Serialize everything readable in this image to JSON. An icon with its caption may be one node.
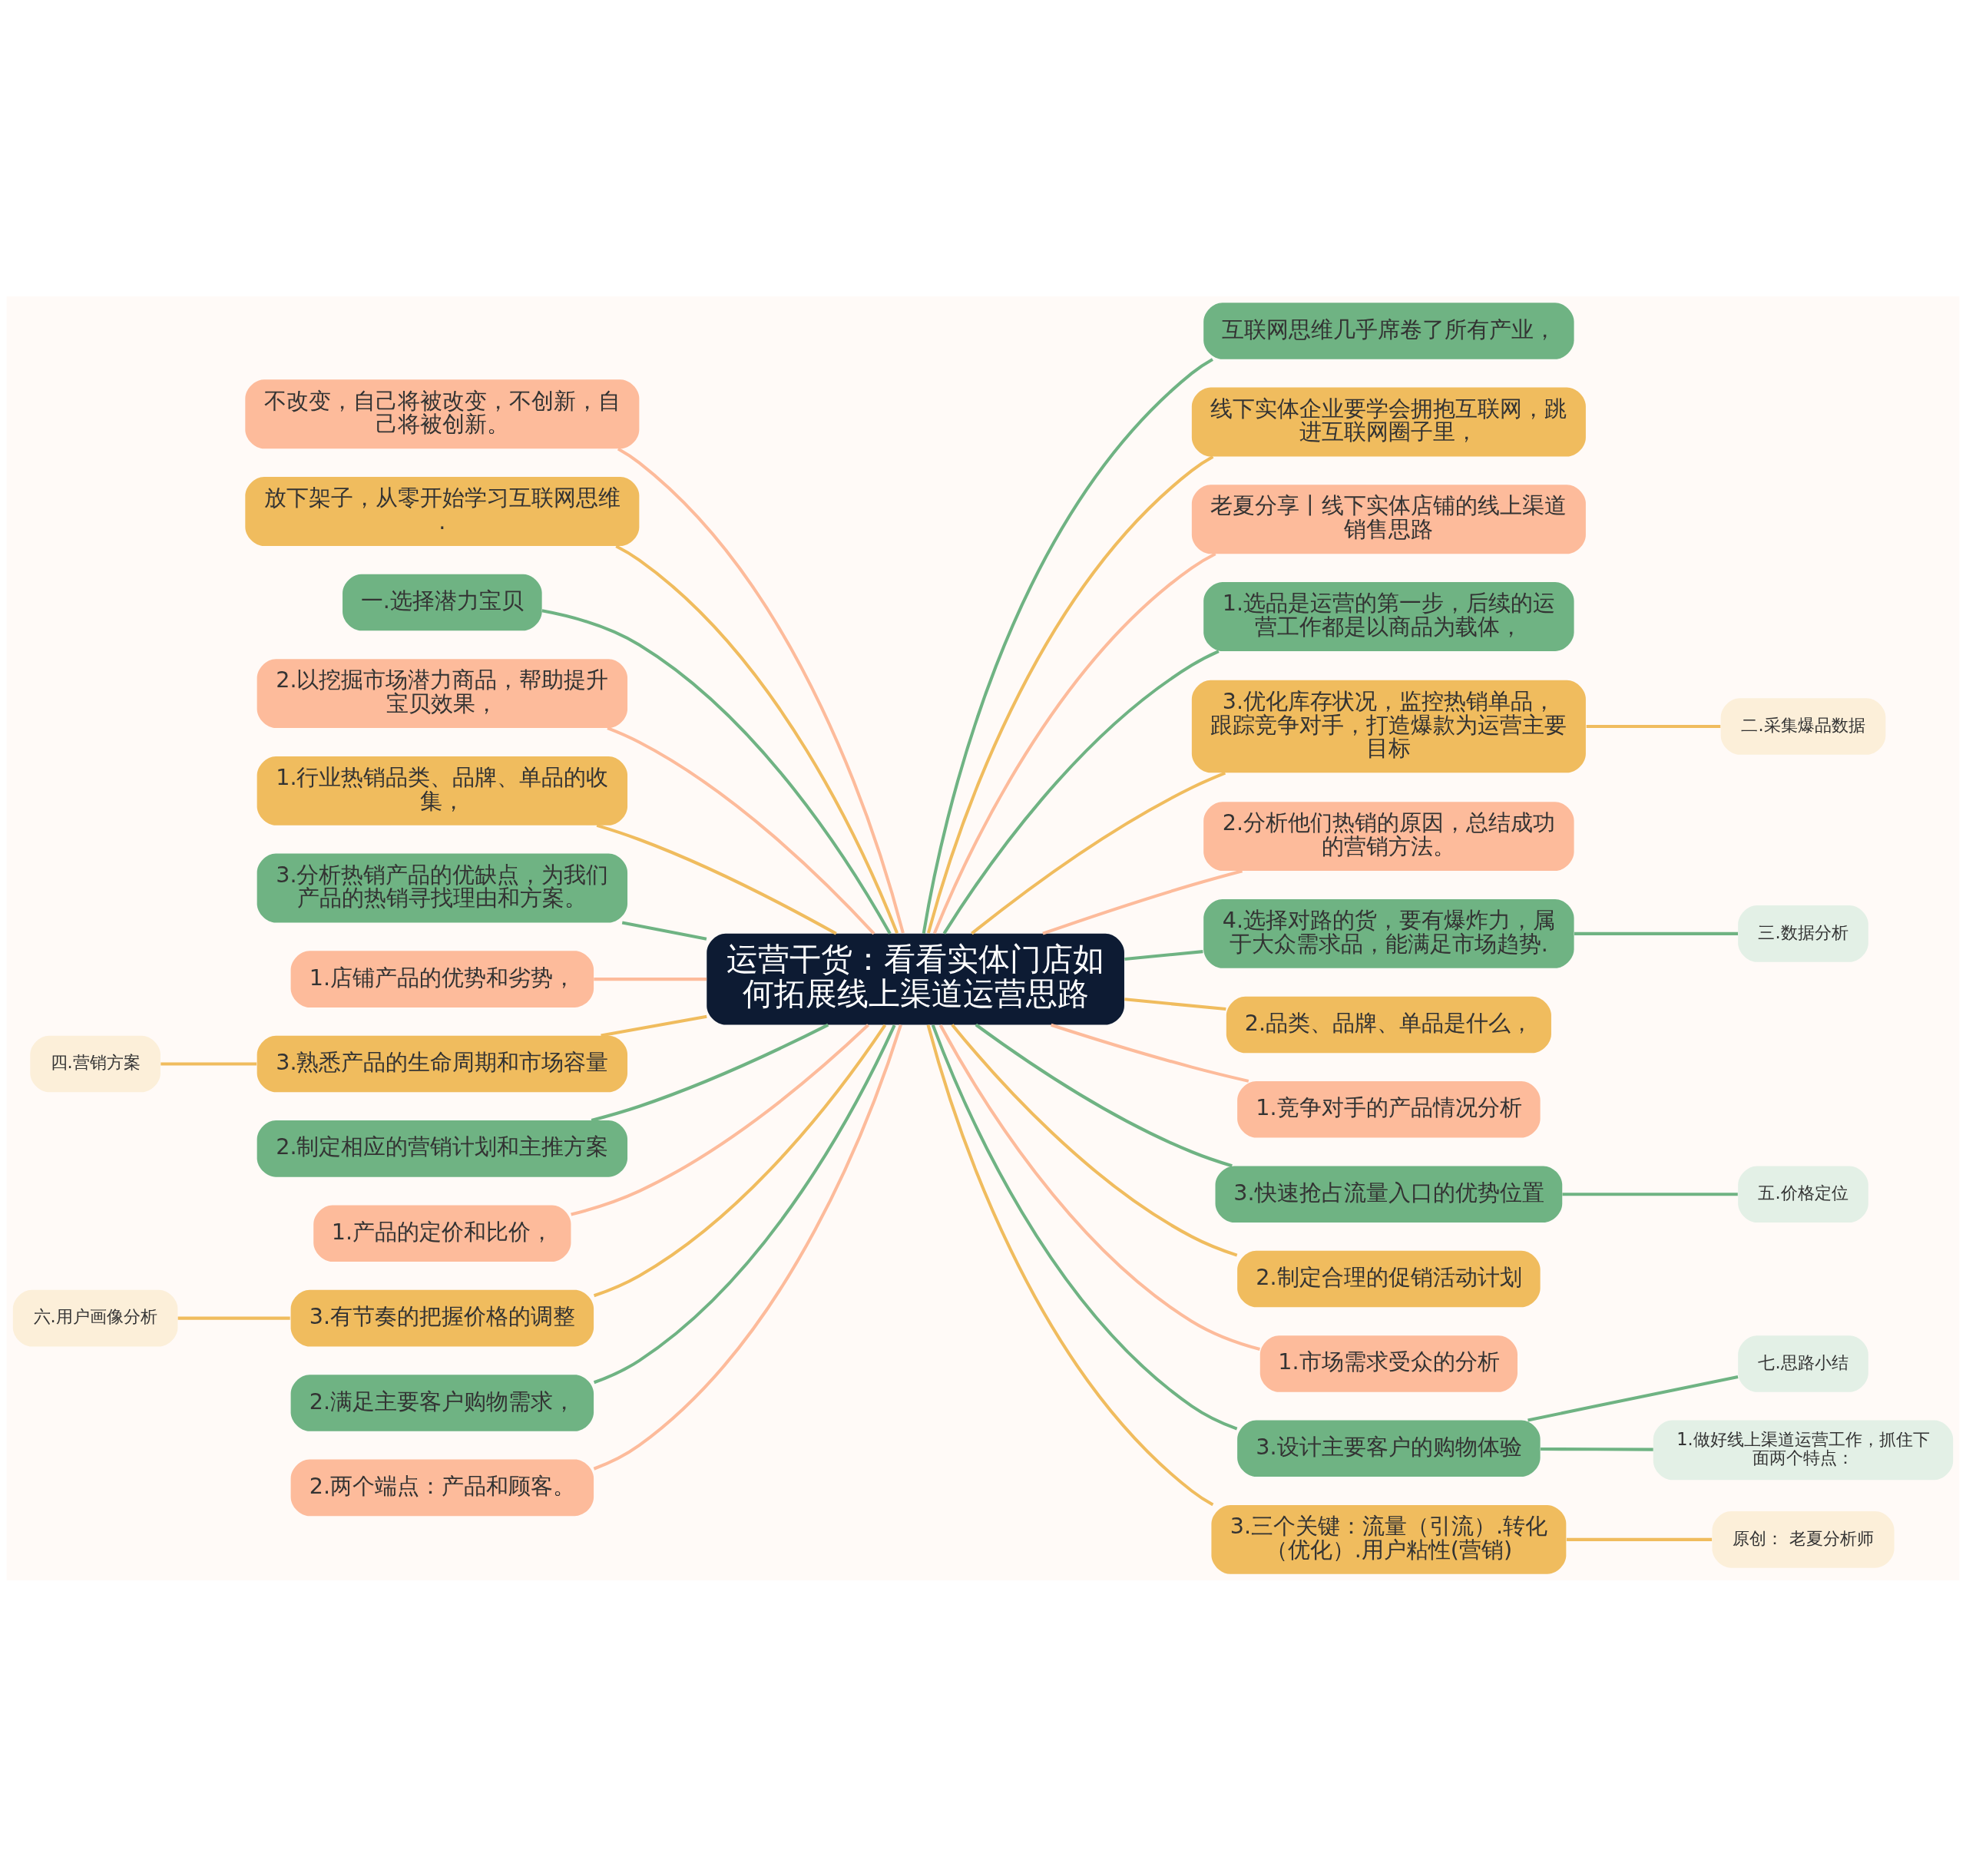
{
  "diagram": {
    "nodes": [
      {
        "text": [
          "运营干货：看看实体门店如何拓展线上渠道运营思路"
        ]
      },
      {
        "text": [
          "不改变，自己将被改变，不创新，自己将被创新。"
        ]
      },
      {
        "text": [
          "放下架子，从零开始学习互联网思维."
        ]
      },
      {
        "text": [
          "一.选择潜力宝贝"
        ]
      },
      {
        "text": [
          "2.以挖掘市场潜力商品，帮助提升宝贝效果，"
        ]
      },
      {
        "text": [
          "1.行业热销品类、品牌、单品的收集，"
        ]
      },
      {
        "text": [
          "3.分析热销产品的优缺点，为我们产品的热销寻找理由和方案。"
        ]
      },
      {
        "text": [
          "1.店铺产品的优势和劣势，"
        ]
      },
      {
        "text": [
          "3.熟悉产品的生命周期和市场容量"
        ]
      },
      {
        "text": [
          "四.营销方案"
        ]
      },
      {
        "text": [
          "2.制定相应的营销计划和主推方案"
        ]
      },
      {
        "text": [
          "1.产品的定价和比价，"
        ]
      },
      {
        "text": [
          "3.有节奏的把握价格的调整"
        ]
      },
      {
        "text": [
          "六.用户画像分析"
        ]
      },
      {
        "text": [
          "2.满足主要客户购物需求，"
        ]
      },
      {
        "text": [
          "2.两个端点：产品和顾客。"
        ]
      },
      {
        "text": [
          "互联网思维几乎席卷了所有产业，"
        ]
      },
      {
        "text": [
          "线下实体企业要学会拥抱互联网，跳进互联网圈子里，"
        ]
      },
      {
        "text": [
          "老夏分享丨线下实体店铺的线上渠道销售思路"
        ]
      },
      {
        "text": [
          "1.选品是运营的第一步，后续的运营工作都是以商品为载体，"
        ]
      },
      {
        "text": [
          "3.优化库存状况，监控热销单品，跟踪竞争对手，打造爆款为运营主要目标"
        ]
      },
      {
        "text": [
          "二.采集爆品数据"
        ]
      },
      {
        "text": [
          "2.分析他们热销的原因，总结成功的营销方法。"
        ]
      },
      {
        "text": [
          "4.选择对路的货，要有爆炸力，属于大众需求品，能满足市场趋势."
        ]
      },
      {
        "text": [
          "三.数据分析"
        ]
      },
      {
        "text": [
          "2.品类、品牌、单品是什么，"
        ]
      },
      {
        "text": [
          "1.竞争对手的产品情况分析"
        ]
      },
      {
        "text": [
          "3.快速抢占流量入口的优势位置"
        ]
      },
      {
        "text": [
          "五.价格定位"
        ]
      },
      {
        "text": [
          "2.制定合理的促销活动计划"
        ]
      },
      {
        "text": [
          "1.市场需求受众的分析"
        ]
      },
      {
        "text": [
          "3.设计主要客户的购物体验"
        ]
      },
      {
        "text": [
          "七.思路小结"
        ]
      },
      {
        "text": [
          "1.做好线上渠道运营工作，抓住下面两个特点："
        ]
      },
      {
        "text": [
          "3.三个关键：流量（引流）.转化（优化）.用户粘性(营销)"
        ]
      },
      {
        "text": [
          "原创： 老夏分析师"
        ]
      }
    ],
    "edges": [
      {
        "from": 0,
        "to": 1,
        "arrow": "none",
        "color": "#fdbb9b"
      },
      {
        "from": 0,
        "to": 2,
        "arrow": "none",
        "color": "#f0bc5e"
      },
      {
        "from": 0,
        "to": 3,
        "arrow": "none",
        "color": "#6fb383"
      },
      {
        "from": 0,
        "to": 4,
        "arrow": "none",
        "color": "#fdbb9b"
      },
      {
        "from": 0,
        "to": 5,
        "arrow": "none",
        "color": "#f0bc5e"
      },
      {
        "from": 0,
        "to": 6,
        "arrow": "none",
        "color": "#6fb383"
      },
      {
        "from": 0,
        "to": 7,
        "arrow": "none",
        "color": "#fdbb9b"
      },
      {
        "from": 0,
        "to": 8,
        "arrow": "none",
        "color": "#f0bc5e"
      },
      {
        "from": 8,
        "to": 9,
        "arrow": "none",
        "color": "#f0bc5e"
      },
      {
        "from": 0,
        "to": 10,
        "arrow": "none",
        "color": "#6fb383"
      },
      {
        "from": 0,
        "to": 11,
        "arrow": "none",
        "color": "#fdbb9b"
      },
      {
        "from": 0,
        "to": 12,
        "arrow": "none",
        "color": "#f0bc5e"
      },
      {
        "from": 12,
        "to": 13,
        "arrow": "none",
        "color": "#f0bc5e"
      },
      {
        "from": 0,
        "to": 14,
        "arrow": "none",
        "color": "#6fb383"
      },
      {
        "from": 0,
        "to": 15,
        "arrow": "none",
        "color": "#fdbb9b"
      },
      {
        "from": 0,
        "to": 16,
        "arrow": "none",
        "color": "#6fb383"
      },
      {
        "from": 0,
        "to": 17,
        "arrow": "none",
        "color": "#f0bc5e"
      },
      {
        "from": 0,
        "to": 18,
        "arrow": "none",
        "color": "#fdbb9b"
      },
      {
        "from": 0,
        "to": 19,
        "arrow": "none",
        "color": "#6fb383"
      },
      {
        "from": 0,
        "to": 20,
        "arrow": "none",
        "color": "#f0bc5e"
      },
      {
        "from": 20,
        "to": 21,
        "arrow": "none",
        "color": "#f0bc5e"
      },
      {
        "from": 0,
        "to": 22,
        "arrow": "none",
        "color": "#fdbb9b"
      },
      {
        "from": 0,
        "to": 23,
        "arrow": "none",
        "color": "#6fb383"
      },
      {
        "from": 23,
        "to": 24,
        "arrow": "none",
        "color": "#6fb383"
      },
      {
        "from": 0,
        "to": 25,
        "arrow": "none",
        "color": "#f0bc5e"
      },
      {
        "from": 0,
        "to": 26,
        "arrow": "none",
        "color": "#fdbb9b"
      },
      {
        "from": 0,
        "to": 27,
        "arrow": "none",
        "color": "#6fb383"
      },
      {
        "from": 27,
        "to": 28,
        "arrow": "none",
        "color": "#6fb383"
      },
      {
        "from": 0,
        "to": 29,
        "arrow": "none",
        "color": "#f0bc5e"
      },
      {
        "from": 0,
        "to": 30,
        "arrow": "none",
        "color": "#fdbb9b"
      },
      {
        "from": 0,
        "to": 31,
        "arrow": "none",
        "color": "#6fb383"
      },
      {
        "from": 31,
        "to": 32,
        "arrow": "none",
        "color": "#6fb383"
      },
      {
        "from": 31,
        "to": 33,
        "arrow": "none",
        "color": "#6fb383"
      },
      {
        "from": 0,
        "to": 34,
        "arrow": "none",
        "color": "#f0bc5e"
      },
      {
        "from": 34,
        "to": 35,
        "arrow": "none",
        "color": "#f0bc5e"
      }
    ]
  }
}
